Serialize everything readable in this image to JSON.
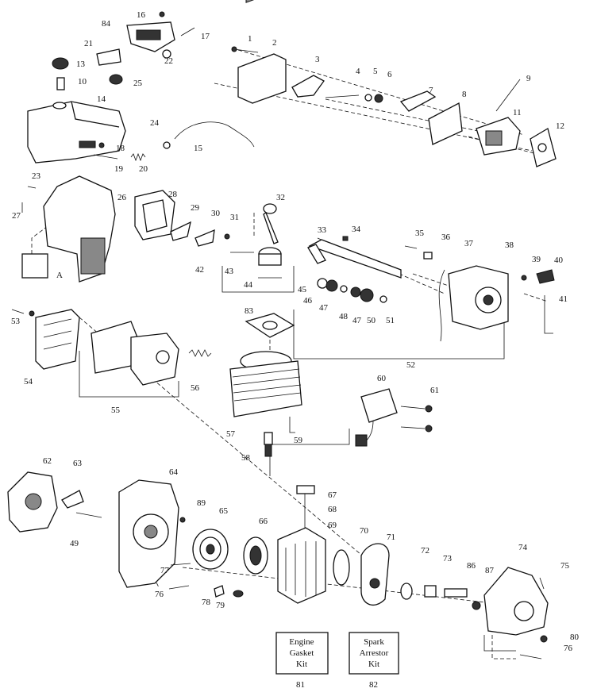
{
  "callouts": [
    {
      "id": "1",
      "text": "1"
    },
    {
      "id": "2",
      "text": "2"
    },
    {
      "id": "3",
      "text": "3"
    },
    {
      "id": "4",
      "text": "4"
    },
    {
      "id": "5",
      "text": "5"
    },
    {
      "id": "6",
      "text": "6"
    },
    {
      "id": "7",
      "text": "7"
    },
    {
      "id": "8",
      "text": "8"
    },
    {
      "id": "9",
      "text": "9"
    },
    {
      "id": "10",
      "text": "10"
    },
    {
      "id": "11",
      "text": "11"
    },
    {
      "id": "12",
      "text": "12"
    },
    {
      "id": "13",
      "text": "13"
    },
    {
      "id": "14",
      "text": "14"
    },
    {
      "id": "15",
      "text": "15"
    },
    {
      "id": "16",
      "text": "16"
    },
    {
      "id": "17",
      "text": "17"
    },
    {
      "id": "18",
      "text": "18"
    },
    {
      "id": "19",
      "text": "19"
    },
    {
      "id": "20",
      "text": "20"
    },
    {
      "id": "21",
      "text": "21"
    },
    {
      "id": "22",
      "text": "22"
    },
    {
      "id": "23",
      "text": "23"
    },
    {
      "id": "24",
      "text": "24"
    },
    {
      "id": "25",
      "text": "25"
    },
    {
      "id": "26",
      "text": "26"
    },
    {
      "id": "27",
      "text": "27"
    },
    {
      "id": "28",
      "text": "28"
    },
    {
      "id": "29",
      "text": "29"
    },
    {
      "id": "30",
      "text": "30"
    },
    {
      "id": "31",
      "text": "31"
    },
    {
      "id": "32",
      "text": "32"
    },
    {
      "id": "33",
      "text": "33"
    },
    {
      "id": "34",
      "text": "34"
    },
    {
      "id": "35",
      "text": "35"
    },
    {
      "id": "36",
      "text": "36"
    },
    {
      "id": "37",
      "text": "37"
    },
    {
      "id": "38",
      "text": "38"
    },
    {
      "id": "39",
      "text": "39"
    },
    {
      "id": "40",
      "text": "40"
    },
    {
      "id": "41",
      "text": "41"
    },
    {
      "id": "42",
      "text": "42"
    },
    {
      "id": "43",
      "text": "43"
    },
    {
      "id": "44",
      "text": "44"
    },
    {
      "id": "45",
      "text": "45"
    },
    {
      "id": "46",
      "text": "46"
    },
    {
      "id": "47a",
      "text": "47"
    },
    {
      "id": "47b",
      "text": "47"
    },
    {
      "id": "48",
      "text": "48"
    },
    {
      "id": "49",
      "text": "49"
    },
    {
      "id": "50",
      "text": "50"
    },
    {
      "id": "51",
      "text": "51"
    },
    {
      "id": "52",
      "text": "52"
    },
    {
      "id": "53",
      "text": "53"
    },
    {
      "id": "54",
      "text": "54"
    },
    {
      "id": "55",
      "text": "55"
    },
    {
      "id": "56",
      "text": "56"
    },
    {
      "id": "57",
      "text": "57"
    },
    {
      "id": "58",
      "text": "58"
    },
    {
      "id": "59",
      "text": "59"
    },
    {
      "id": "60",
      "text": "60"
    },
    {
      "id": "61",
      "text": "61"
    },
    {
      "id": "62",
      "text": "62"
    },
    {
      "id": "63",
      "text": "63"
    },
    {
      "id": "64",
      "text": "64"
    },
    {
      "id": "65",
      "text": "65"
    },
    {
      "id": "66",
      "text": "66"
    },
    {
      "id": "67",
      "text": "67"
    },
    {
      "id": "68",
      "text": "68"
    },
    {
      "id": "69",
      "text": "69"
    },
    {
      "id": "70",
      "text": "70"
    },
    {
      "id": "71",
      "text": "71"
    },
    {
      "id": "72",
      "text": "72"
    },
    {
      "id": "73",
      "text": "73"
    },
    {
      "id": "74",
      "text": "74"
    },
    {
      "id": "75",
      "text": "75"
    },
    {
      "id": "76a",
      "text": "76"
    },
    {
      "id": "76b",
      "text": "76"
    },
    {
      "id": "77",
      "text": "77"
    },
    {
      "id": "78",
      "text": "78"
    },
    {
      "id": "79",
      "text": "79"
    },
    {
      "id": "80",
      "text": "80"
    },
    {
      "id": "81",
      "text": "81"
    },
    {
      "id": "82",
      "text": "82"
    },
    {
      "id": "83",
      "text": "83"
    },
    {
      "id": "84",
      "text": "84"
    },
    {
      "id": "86",
      "text": "86"
    },
    {
      "id": "87",
      "text": "87"
    },
    {
      "id": "89",
      "text": "89"
    },
    {
      "id": "A",
      "text": "A"
    }
  ],
  "kits": {
    "engine_gasket": {
      "line1": "Engine",
      "line2": "Gasket",
      "line3": "Kit"
    },
    "spark_arrestor": {
      "line1": "Spark",
      "line2": "Arrestor",
      "line3": "Kit"
    }
  }
}
